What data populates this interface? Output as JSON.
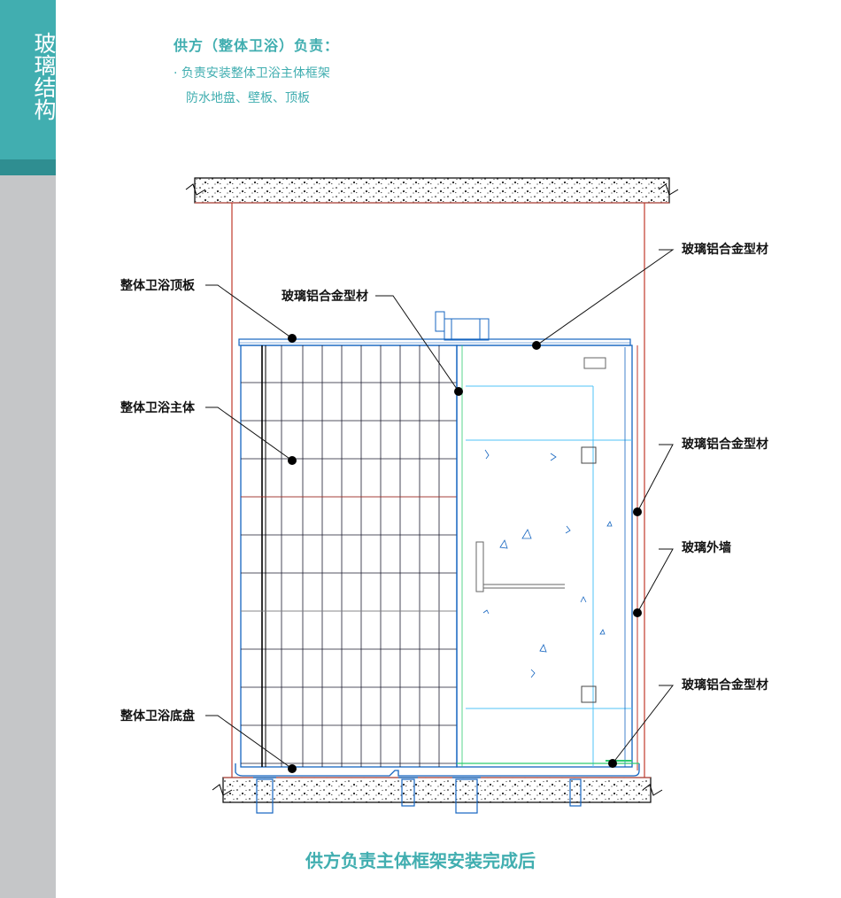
{
  "sidebar": {
    "title": "玻璃结构",
    "accent_color": "#41aeb0",
    "gray_color": "#c5c6c8"
  },
  "intro": {
    "heading": "供方（整体卫浴）负责：",
    "bullet": "· 负责安装整体卫浴主体框架",
    "continuation": "防水地盘、壁板、顶板"
  },
  "diagram": {
    "labels": {
      "ceiling_panel": "整体卫浴顶板",
      "body": "整体卫浴主体",
      "base_tray": "整体卫浴底盘",
      "profile_center": "玻璃铝合金型材",
      "profile_top_right": "玻璃铝合金型材",
      "profile_mid_right": "玻璃铝合金型材",
      "glass_wall": "玻璃外墙",
      "profile_bottom_right": "玻璃铝合金型材"
    }
  },
  "caption": "供方负责主体框架安装完成后"
}
